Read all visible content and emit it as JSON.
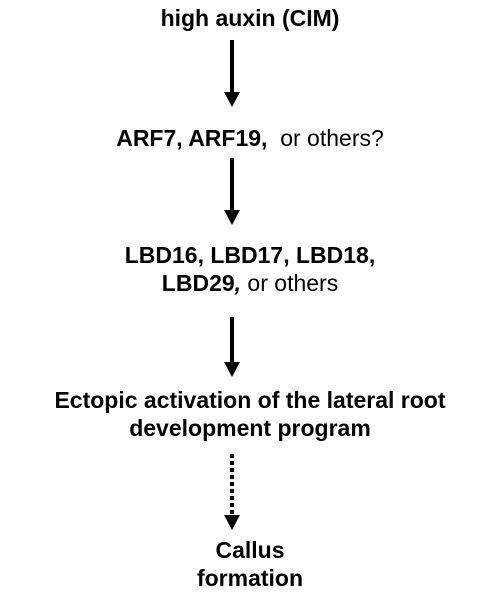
{
  "diagram": {
    "step1": {
      "text": "high auxin (CIM)"
    },
    "step2": {
      "bold": "ARF7, ARF19,",
      "normal": "or others?"
    },
    "step3": {
      "line1": "LBD16, LBD17, LBD18,",
      "line2_bold": "LBD29",
      "line2_italic": ",",
      "line2_normal": " or others"
    },
    "step4": {
      "line1": "Ectopic activation of the lateral root",
      "line2": "development program"
    },
    "step5": {
      "line1": "Callus",
      "line2": "formation"
    },
    "arrows": [
      {
        "from": "step1",
        "to": "step2",
        "style": "solid"
      },
      {
        "from": "step2",
        "to": "step3",
        "style": "solid"
      },
      {
        "from": "step3",
        "to": "step4",
        "style": "solid"
      },
      {
        "from": "step4",
        "to": "step5",
        "style": "dotted"
      }
    ],
    "color": "#000000"
  }
}
